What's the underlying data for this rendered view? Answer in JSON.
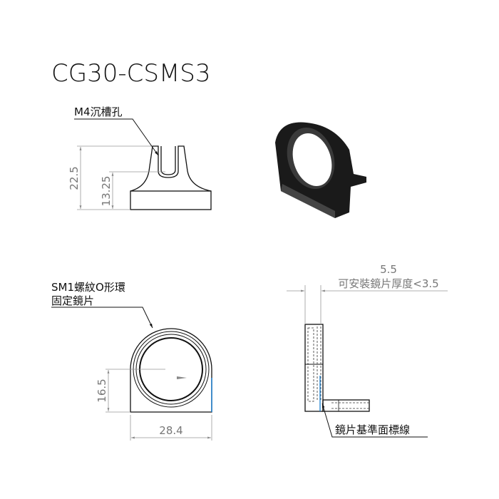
{
  "title": "CG30-CSMS3",
  "top_view": {
    "callout": "M4沉槽孔",
    "dim_total_height": "22.5",
    "dim_slot_height": "13.25"
  },
  "front_view": {
    "callout_line1": "SM1螺紋O形環",
    "callout_line2": "固定鏡片",
    "dim_center_height": "16.5",
    "dim_width": "28.4"
  },
  "side_view": {
    "dim_thickness": "5.5",
    "note": "可安裝鏡片厚度<3.5",
    "callout": "鏡片基準面標線"
  },
  "colors": {
    "reference_line": "#1a7fd0",
    "dimension": "#777777"
  }
}
